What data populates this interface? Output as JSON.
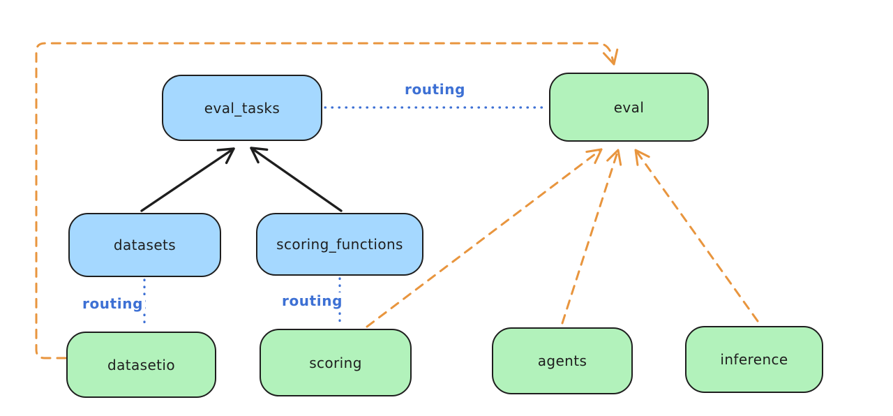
{
  "diagram": {
    "nodes": {
      "eval_tasks": {
        "label": "eval_tasks",
        "kind": "registry",
        "fill": "#a5d8ff"
      },
      "eval": {
        "label": "eval",
        "kind": "api",
        "fill": "#b2f2bb"
      },
      "datasets": {
        "label": "datasets",
        "kind": "registry",
        "fill": "#a5d8ff"
      },
      "scoring_functions": {
        "label": "scoring_functions",
        "kind": "registry",
        "fill": "#a5d8ff"
      },
      "datasetio": {
        "label": "datasetio",
        "kind": "api",
        "fill": "#b2f2bb"
      },
      "scoring": {
        "label": "scoring",
        "kind": "api",
        "fill": "#b2f2bb"
      },
      "agents": {
        "label": "agents",
        "kind": "api",
        "fill": "#b2f2bb"
      },
      "inference": {
        "label": "inference",
        "kind": "api",
        "fill": "#b2f2bb"
      }
    },
    "edges": [
      {
        "from": "datasets",
        "to": "eval_tasks",
        "style": "solid",
        "color": "black"
      },
      {
        "from": "scoring_functions",
        "to": "eval_tasks",
        "style": "solid",
        "color": "black"
      },
      {
        "from": "eval_tasks",
        "to": "eval",
        "style": "dotted",
        "color": "blue",
        "label": "routing"
      },
      {
        "from": "datasets",
        "to": "datasetio",
        "style": "dotted",
        "color": "blue",
        "label": "routing"
      },
      {
        "from": "scoring_functions",
        "to": "scoring",
        "style": "dotted",
        "color": "blue",
        "label": "routing"
      },
      {
        "from": "datasetio",
        "to": "eval",
        "style": "dashed",
        "color": "orange"
      },
      {
        "from": "scoring",
        "to": "eval",
        "style": "dashed",
        "color": "orange"
      },
      {
        "from": "agents",
        "to": "eval",
        "style": "dashed",
        "color": "orange"
      },
      {
        "from": "inference",
        "to": "eval",
        "style": "dashed",
        "color": "orange"
      }
    ],
    "colors": {
      "background": "#ffffff",
      "node_stroke": "#1e1e1e",
      "blue_fill": "#a5d8ff",
      "green_fill": "#b2f2bb",
      "routing_blue": "#3d70d4",
      "orange": "#e8953e"
    }
  }
}
